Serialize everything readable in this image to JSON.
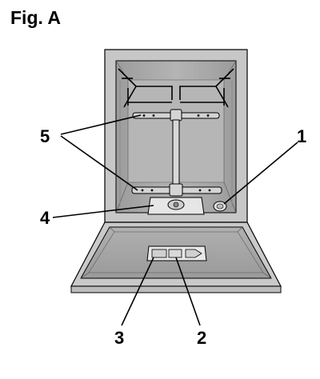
{
  "figure": {
    "title": "Fig. A"
  },
  "callouts": [
    {
      "id": "c1",
      "label": "1"
    },
    {
      "id": "c2",
      "label": "2"
    },
    {
      "id": "c3",
      "label": "3"
    },
    {
      "id": "c4",
      "label": "4"
    },
    {
      "id": "c5",
      "label": "5"
    }
  ],
  "colors": {
    "cabinet_outer": "#c7c7c7",
    "tub_inner": "#a9a9a9",
    "door_panel": "#c9c9c9",
    "door_inner": "#a5a5a5",
    "outline": "#000000"
  }
}
